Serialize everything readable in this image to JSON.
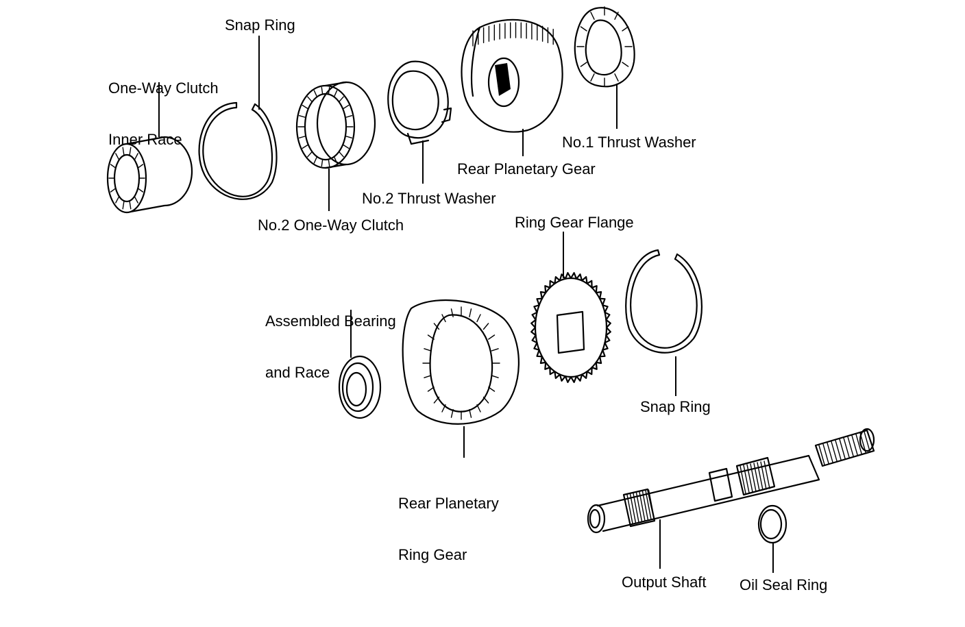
{
  "labels": {
    "one_way_clutch_inner_race": [
      "One-Way Clutch",
      "Inner Race"
    ],
    "snap_ring_top": "Snap Ring",
    "no2_one_way_clutch": "No.2 One-Way Clutch",
    "no2_thrust_washer": "No.2 Thrust Washer",
    "rear_planetary_gear": "Rear Planetary Gear",
    "no1_thrust_washer": "No.1 Thrust Washer",
    "ring_gear_flange": "Ring Gear Flange",
    "assembled_bearing_and_race": [
      "Assembled Bearing",
      "and Race"
    ],
    "rear_planetary_ring_gear": [
      "Rear Planetary",
      "Ring Gear"
    ],
    "snap_ring_right": "Snap Ring",
    "output_shaft": "Output Shaft",
    "oil_seal_ring": "Oil Seal Ring"
  }
}
